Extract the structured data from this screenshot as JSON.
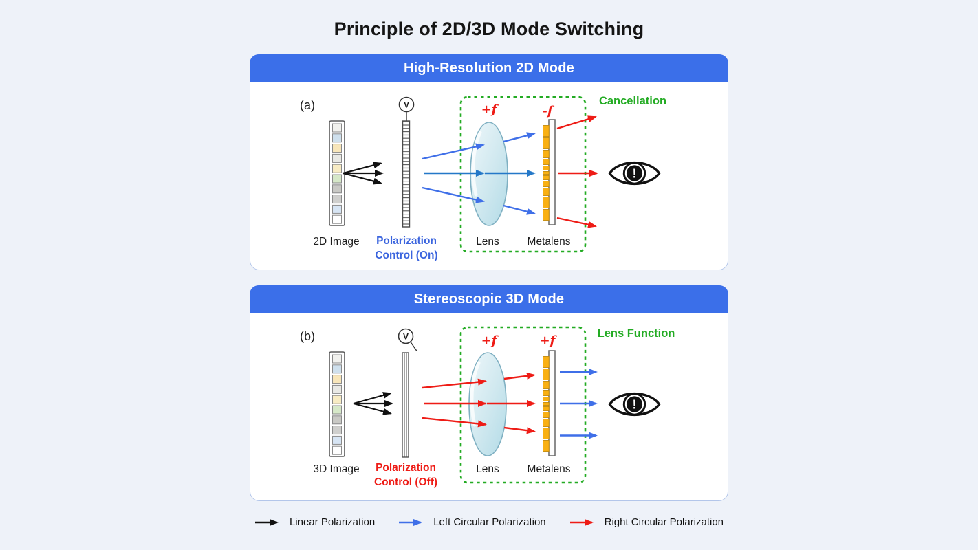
{
  "title": "Principle of 2D/3D Mode Switching",
  "panels": [
    {
      "header": "High-Resolution 2D Mode",
      "tag": "(a)",
      "source_label": "2D Image",
      "pol_line1": "Polarization",
      "pol_line2": "Control (On)",
      "voltage": "V",
      "lens_label": "Lens",
      "metalens_label": "Metalens",
      "lens_f": "+f",
      "metalens_f": "-f",
      "result": "Cancellation"
    },
    {
      "header": "Stereoscopic 3D Mode",
      "tag": "(b)",
      "source_label": "3D Image",
      "pol_line1": "Polarization",
      "pol_line2": "Control (Off)",
      "voltage": "V",
      "lens_label": "Lens",
      "metalens_label": "Metalens",
      "lens_f": "+f",
      "metalens_f": "+f",
      "result": "Lens Function"
    }
  ],
  "eye_glyph": "!",
  "legend": [
    {
      "label": "Linear Polarization",
      "color": "#111111"
    },
    {
      "label": "Left Circular Polarization",
      "color": "#3f6fe8"
    },
    {
      "label": "Right Circular Polarization",
      "color": "#ee1c16"
    }
  ],
  "pixel_colors": [
    "#f1f1ee",
    "#cfe0ed",
    "#f8e6ba",
    "#e9e9e5",
    "#f8ecc4",
    "#d6e8c8",
    "#c9c9c5",
    "#cfcfcd",
    "#d7e5f4",
    "#ffffff"
  ],
  "colors": {
    "page_bg": "#eef2f9",
    "panel_border": "#b3c6ea",
    "header_bg": "#3b6fe9",
    "accent_green": "#23ab23",
    "accent_red": "#ee1c16",
    "accent_blue": "#3f6fe8",
    "accent_blue_mid": "#2478c8",
    "pol_on_text": "#3a64de",
    "pol_off_text": "#ee1c16",
    "black_arrow": "#111111",
    "metalens_orange": "#f9b013"
  }
}
